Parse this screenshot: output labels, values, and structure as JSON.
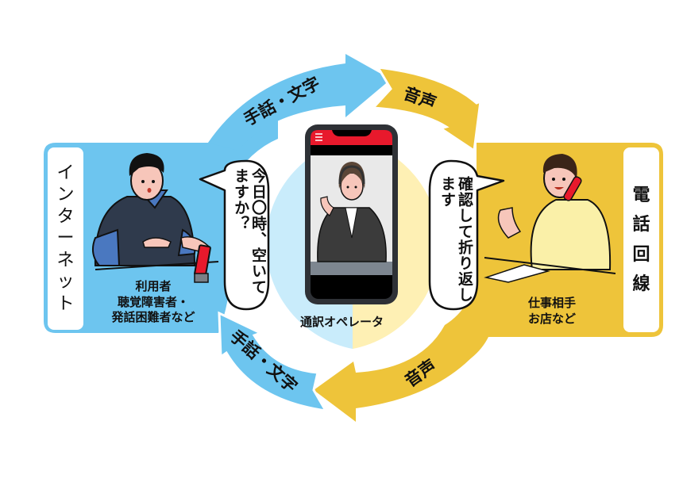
{
  "colors": {
    "blue": "#6DC5EF",
    "light_blue": "#C9ECFB",
    "yellow": "#EEC43A",
    "light_yellow": "#FEF0B4",
    "phone_frame": "#2E3136",
    "phone_header": "#E8192C",
    "outline": "#111111"
  },
  "left_panel": {
    "side_label": [
      "イ",
      "ン",
      "タ",
      "ー",
      "ネ",
      "ッ",
      "ト"
    ],
    "caption_title": "利用者",
    "caption_line1": "聴覚障害者・",
    "caption_line2": "発話困難者など",
    "speech_bubble": "今日〇時、空いてますか？"
  },
  "right_panel": {
    "side_label": [
      "電",
      "話",
      "回",
      "線"
    ],
    "caption_line1": "仕事相手",
    "caption_line2": "お店など",
    "speech_bubble": "確認して折り返します"
  },
  "center": {
    "caption": "通訳オペレータ",
    "phone_menu_icon": "hamburger-menu-icon"
  },
  "arrows": {
    "top_left_label": "手話・文字",
    "top_right_label": "音声",
    "bottom_right_label": "音声",
    "bottom_left_label": "手話・文字"
  }
}
